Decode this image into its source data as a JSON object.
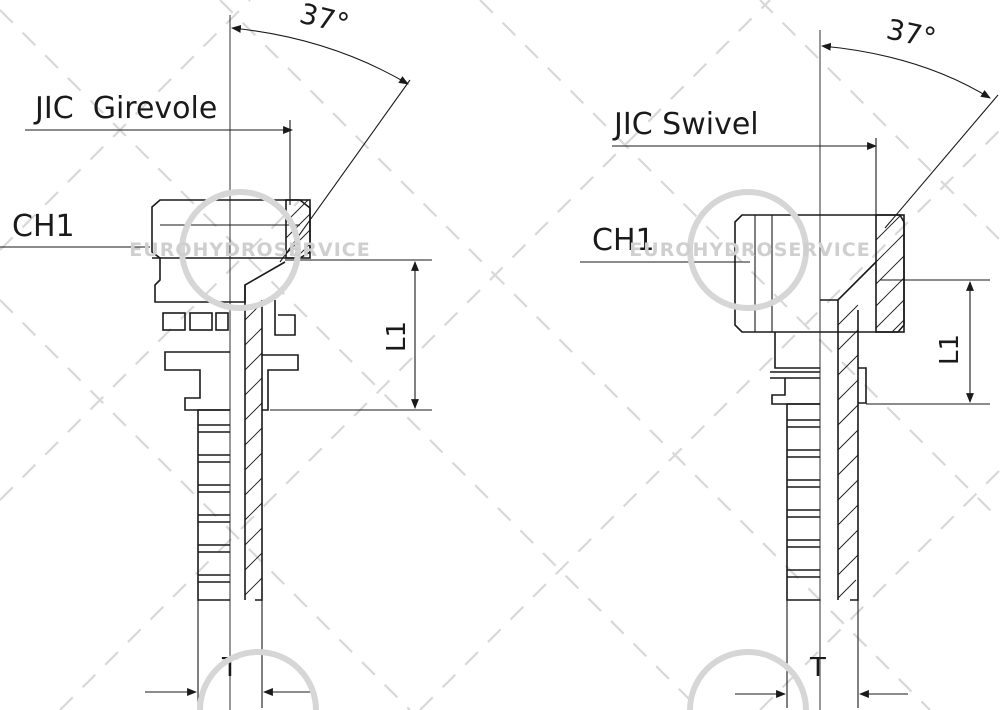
{
  "left_drawing": {
    "title": "JIC  Girevole",
    "angle_label": "37°",
    "hex_label": "CH1",
    "length_label": "L1",
    "diameter_label": "T"
  },
  "right_drawing": {
    "title": "JIC Swivel",
    "angle_label": "37°",
    "hex_label": "CH1",
    "length_label": "L1",
    "diameter_label": "T"
  },
  "watermark": {
    "text": "EUROHYDROSERVICE"
  },
  "colors": {
    "line": "#1a1a1a",
    "watermark": "#cfcfcf",
    "background": "#ffffff"
  }
}
